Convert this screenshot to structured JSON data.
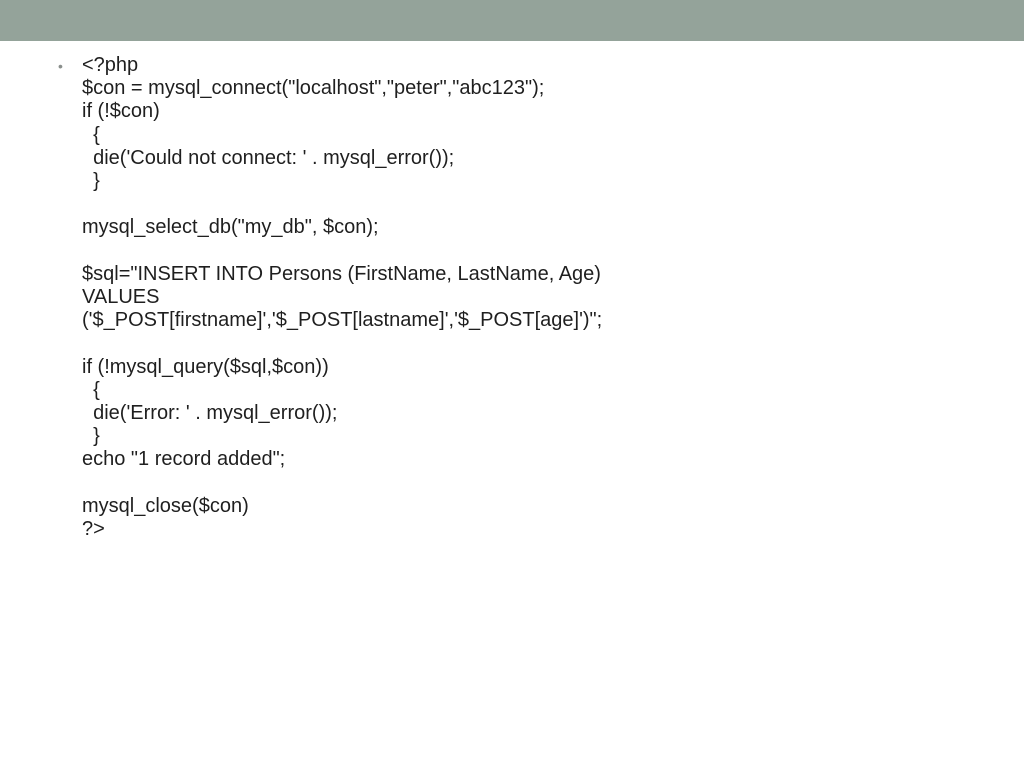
{
  "slide": {
    "bullet_symbol": "•",
    "code_lines": [
      "<?php",
      "$con = mysql_connect(\"localhost\",\"peter\",\"abc123\");",
      "if (!$con)",
      "  {",
      "  die('Could not connect: ' . mysql_error());",
      "  }",
      "",
      "mysql_select_db(\"my_db\", $con);",
      "",
      "$sql=\"INSERT INTO Persons (FirstName, LastName, Age)",
      "VALUES",
      "('$_POST[firstname]','$_POST[lastname]','$_POST[age]')\";",
      "",
      "if (!mysql_query($sql,$con))",
      "  {",
      "  die('Error: ' . mysql_error());",
      "  }",
      "echo \"1 record added\";",
      "",
      "mysql_close($con)",
      "?>"
    ]
  },
  "colors": {
    "top_bar": "#94a39a",
    "text": "#1f1f1f",
    "bullet": "#8a8f8c",
    "background": "#ffffff"
  }
}
